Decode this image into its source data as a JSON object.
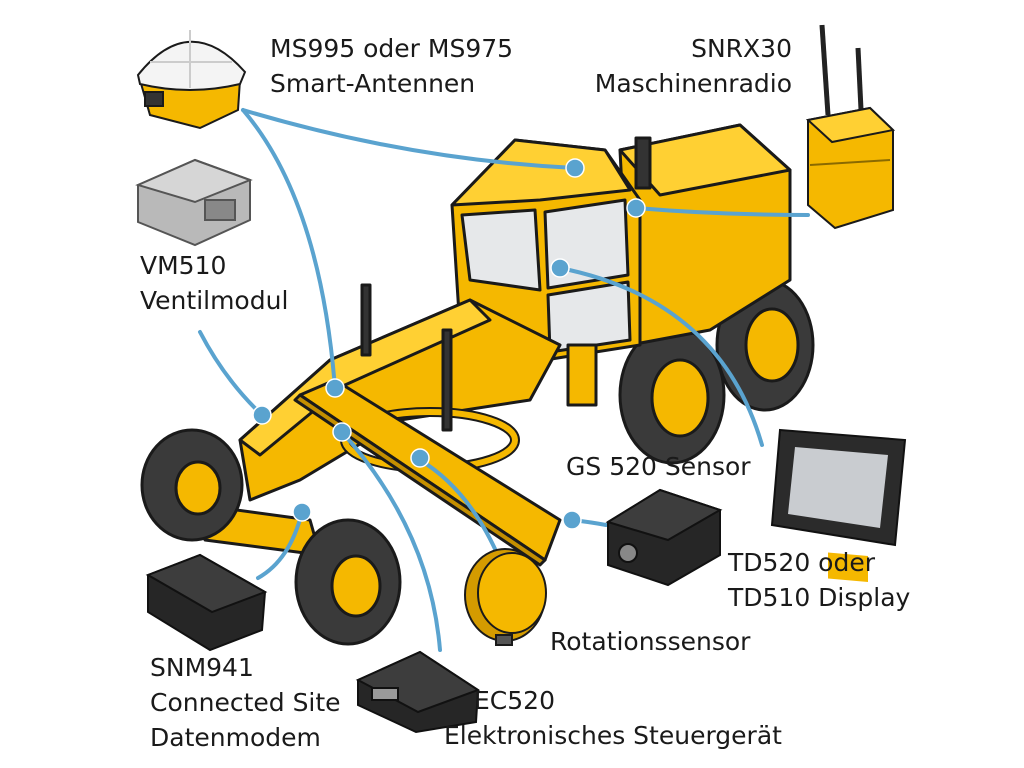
{
  "labels": {
    "antenna": [
      "MS995 oder MS975",
      "Smart-Antennen"
    ],
    "radio": [
      "SNRX30",
      "Maschinenradio"
    ],
    "valve": [
      "VM510",
      "Ventilmodul"
    ],
    "gs_sensor": [
      "GS 520 Sensor"
    ],
    "display": [
      "TD520 oder",
      "TD510 Display"
    ],
    "rotation": [
      "Rotationssensor"
    ],
    "modem": [
      "SNM941",
      "Connected Site",
      "Datenmodem"
    ],
    "ecu": [
      "EC520",
      "Elektronisches Steuergerät"
    ]
  },
  "colors": {
    "machine_yellow": "#f5b800",
    "callout_blue": "#5aa3cf",
    "outline": "#1a1a1a",
    "tire": "#3a3a3a",
    "glass": "#e6e8ea"
  }
}
